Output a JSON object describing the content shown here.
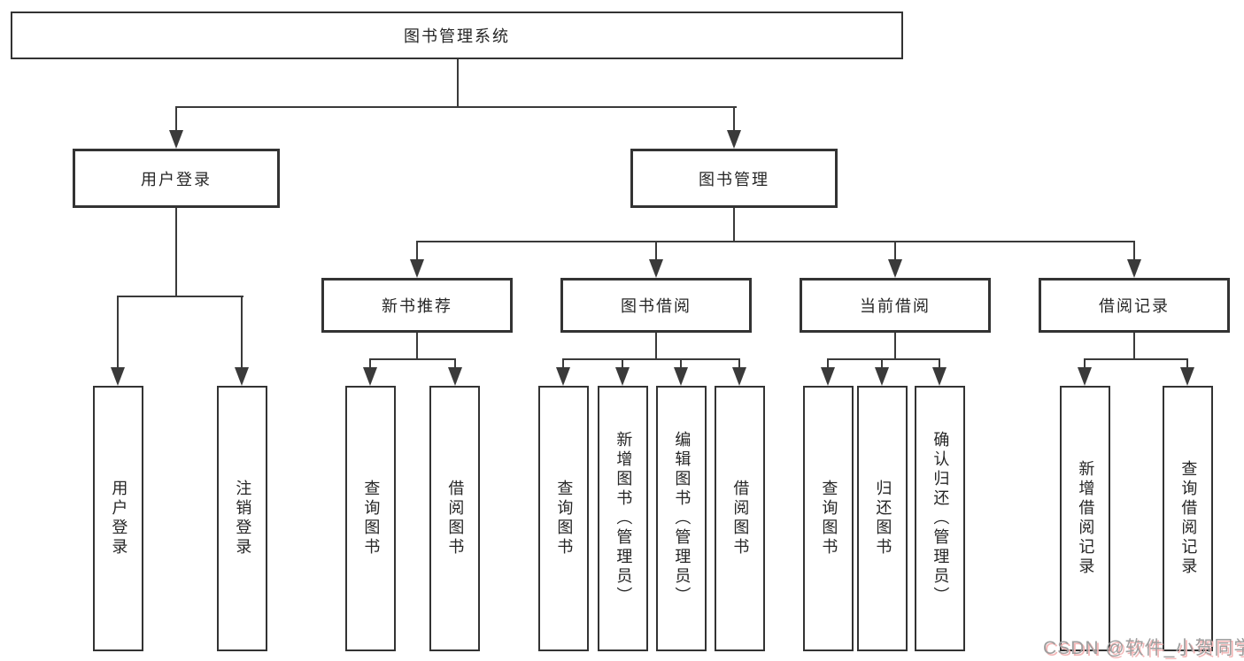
{
  "tree": {
    "root": "图书管理系统",
    "children": [
      {
        "label": "用户登录",
        "children": [
          "用户登录",
          "注销登录"
        ]
      },
      {
        "label": "图书管理",
        "children": [
          {
            "label": "新书推荐",
            "children": [
              "查询图书",
              "借阅图书"
            ]
          },
          {
            "label": "图书借阅",
            "children": [
              "查询图书",
              "新增图书（管理员）",
              "编辑图书（管理员）",
              "借阅图书"
            ]
          },
          {
            "label": "当前借阅",
            "children": [
              "查询图书",
              "归还图书",
              "确认归还（管理员）"
            ]
          },
          {
            "label": "借阅记录",
            "children": [
              "新增借阅记录",
              "查询借阅记录"
            ]
          }
        ]
      }
    ]
  },
  "watermark": {
    "text": "CSDN @软件_小贺同学"
  },
  "colors": {
    "line": "#3a3a3a",
    "box_border": "#333333",
    "text": "#262626",
    "background": "#ffffff",
    "watermark_text": "#9e9e9e",
    "watermark_shadow": "#f3b6b6"
  }
}
